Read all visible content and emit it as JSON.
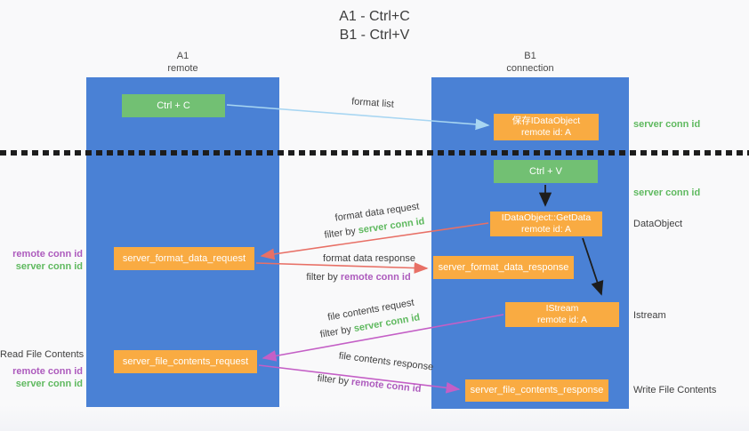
{
  "title": {
    "line1": "A1 - Ctrl+C",
    "line2": "B1 - Ctrl+V"
  },
  "lanes": {
    "a": {
      "name": "A1",
      "role": "remote"
    },
    "b": {
      "name": "B1",
      "role": "connection"
    }
  },
  "boxes": {
    "ctrl_c": {
      "label": "Ctrl + C"
    },
    "save_idataobject": {
      "line1": "保存IDataObject",
      "line2": "remote id: A"
    },
    "ctrl_v": {
      "label": "Ctrl + V"
    },
    "getdata": {
      "line1": "IDataObject::GetData",
      "line2": "remote id: A"
    },
    "format_request": {
      "label": "server_format_data_request"
    },
    "format_response": {
      "label": "server_format_data_response"
    },
    "istream": {
      "line1": "IStream",
      "line2": "remote id: A"
    },
    "file_request": {
      "label": "server_file_contents_request"
    },
    "file_response": {
      "label": "server_file_contents_response"
    }
  },
  "arrow_labels": {
    "format_list": "format list",
    "format_data_request": "format data request",
    "format_data_request_filter_prefix": "filter by ",
    "format_data_request_filter_key": "server conn id",
    "format_data_response": "format data response",
    "format_data_response_filter_prefix": "filter by ",
    "format_data_response_filter_key": "remote conn id",
    "file_contents_request": "file contents request",
    "file_contents_request_filter_prefix": "filter by ",
    "file_contents_request_filter_key": "server conn id",
    "file_contents_response": "file contents response",
    "file_contents_response_filter_prefix": "filter by ",
    "file_contents_response_filter_key": "remote conn id"
  },
  "side_labels": {
    "right_server_conn_id_1": "server conn id",
    "right_server_conn_id_2": "server conn id",
    "dataobject": "DataObject",
    "istream": "Istream",
    "write_file_contents": "Write File Contents",
    "read_file_contents": "Read File Contents",
    "left_remote_conn_id_1": "remote conn id",
    "left_server_conn_id_1": "server conn id",
    "left_remote_conn_id_2": "remote conn id",
    "left_server_conn_id_2": "server conn id"
  },
  "colors": {
    "panel_blue": "#4a81d5",
    "box_green": "#72c073",
    "box_orange": "#f9ab42",
    "arrow_light_blue": "#a8d6f2",
    "arrow_red": "#e87066",
    "arrow_magenta": "#c45fc6",
    "arrow_black": "#1d1d1d",
    "text_green": "#5fb95f",
    "text_purple": "#ad5bbd"
  }
}
